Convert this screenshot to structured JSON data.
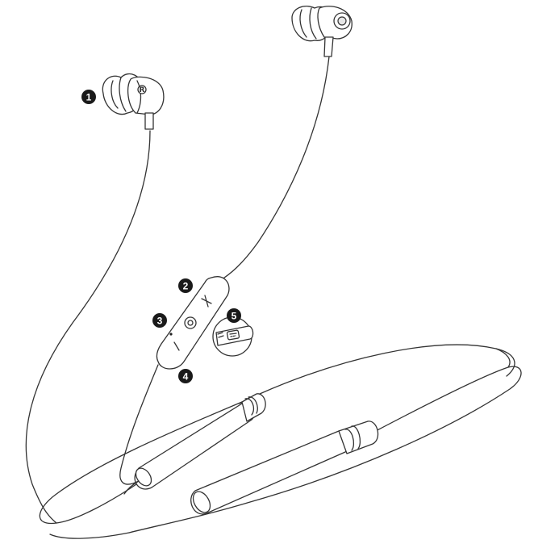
{
  "callouts": [
    {
      "id": "1",
      "label": "1"
    },
    {
      "id": "2",
      "label": "2"
    },
    {
      "id": "3",
      "label": "3"
    },
    {
      "id": "4",
      "label": "4"
    },
    {
      "id": "5",
      "label": "5"
    }
  ],
  "remote": {
    "plus_symbol": "+",
    "minus_symbol": "−",
    "dot_symbol": "•"
  },
  "earbud": {
    "registered_mark": "R"
  },
  "colors": {
    "line": "#333333",
    "callout_fill": "#1a1a1a",
    "background": "#ffffff"
  }
}
